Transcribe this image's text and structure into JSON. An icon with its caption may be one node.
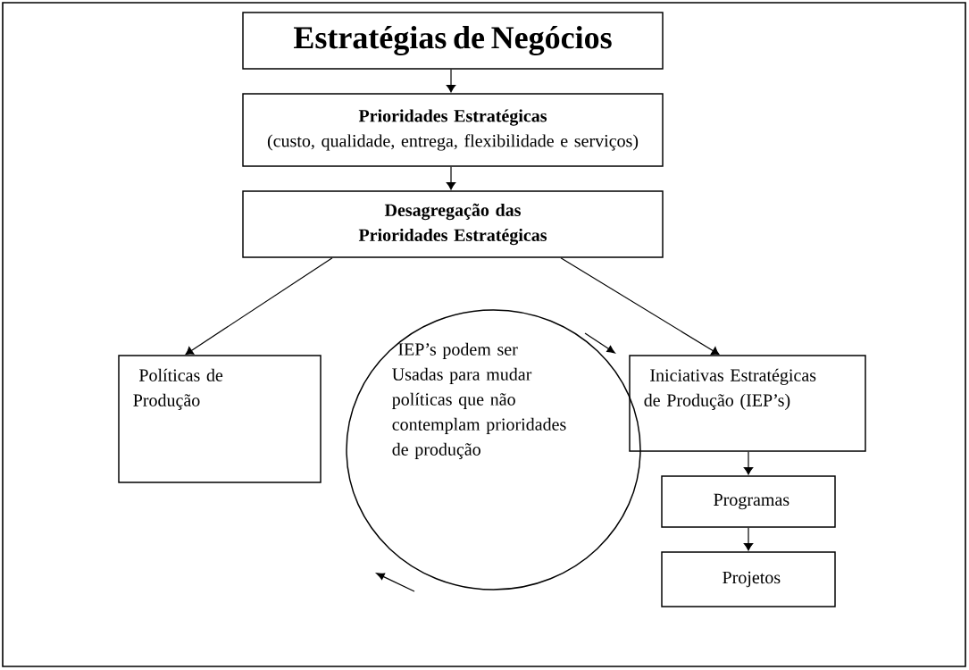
{
  "diagram": {
    "nodes": [
      {
        "text": [
          "Estratégias de Negócios"
        ]
      },
      {
        "text": [
          "Prioridades Estratégicas",
          "(custo, qualidade, entrega, flexibilidade e serviços)"
        ]
      },
      {
        "text": [
          "Desagregação das Prioridades Estratégicas"
        ]
      },
      {
        "text": [
          "Políticas de Produção"
        ]
      },
      {
        "text": [
          "IEP’s podem ser Usadas para mudar políticas que não contemplam prioridades de produção"
        ]
      },
      {
        "text": [
          "Iniciativas Estratégicas de Produção (IEP’s)"
        ]
      },
      {
        "text": [
          "Programas"
        ]
      },
      {
        "text": [
          "Projetos"
        ]
      }
    ],
    "edges": [
      {
        "from": 0,
        "to": 1,
        "arrow": "to"
      },
      {
        "from": 1,
        "to": 2,
        "arrow": "to"
      },
      {
        "from": 2,
        "to": 3,
        "arrow": "to"
      },
      {
        "from": 2,
        "to": 5,
        "arrow": "to"
      },
      {
        "from": 5,
        "to": 6,
        "arrow": "to"
      },
      {
        "from": 6,
        "to": 7,
        "arrow": "to"
      }
    ]
  }
}
